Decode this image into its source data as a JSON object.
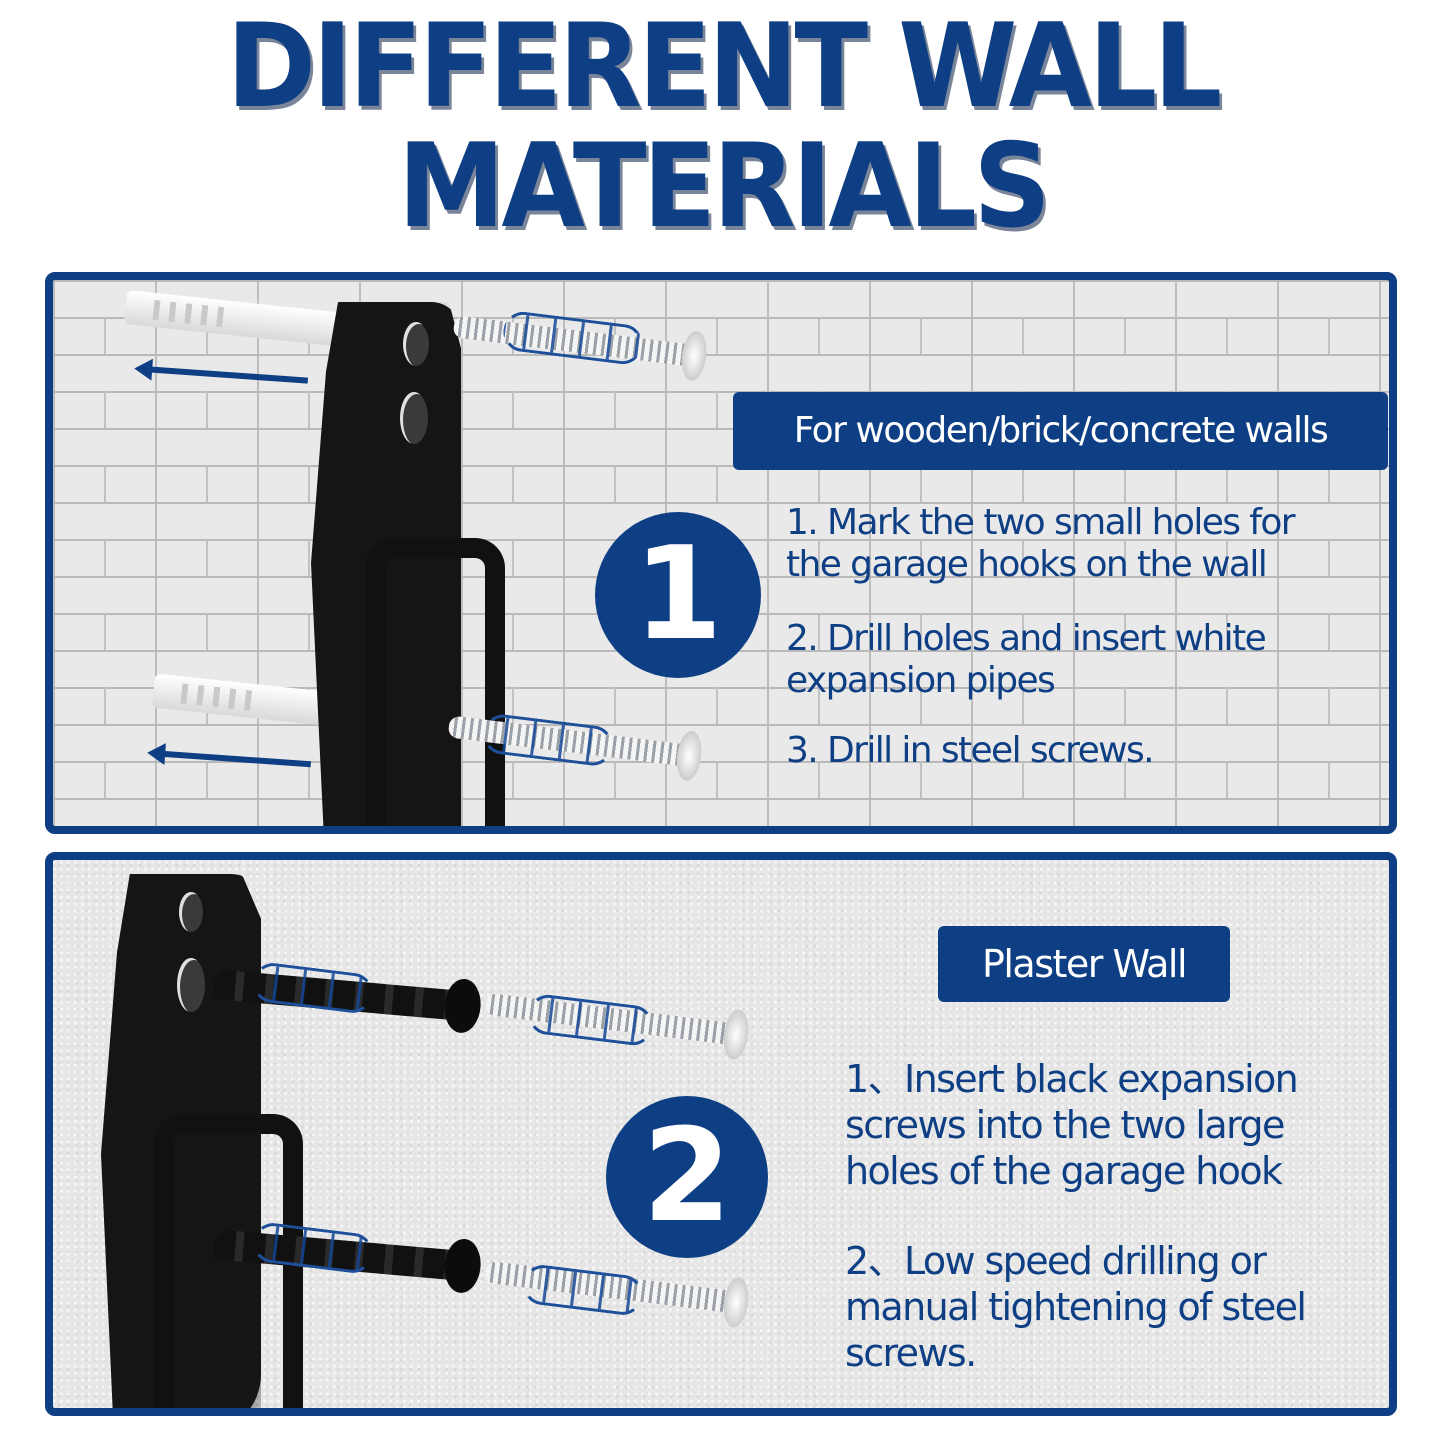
{
  "title": {
    "line1": "DIFFERENT WALL",
    "line2": "MATERIALS"
  },
  "colors": {
    "brand_blue": "#0e3f84",
    "white": "#ffffff",
    "brick_wall": "#e9e9e9",
    "plaster_wall": "#e6e6e6",
    "hook_black": "#151515"
  },
  "panels": [
    {
      "id": "brick",
      "step_number": "1",
      "label": "For wooden/brick/concrete walls",
      "steps": [
        "1.  Mark the two small holes for\nthe garage hooks on the wall",
        " 2. Drill holes and insert white\n expansion pipes",
        "3.  Drill in steel screws."
      ],
      "illustration": {
        "hook": "black-garage-hook",
        "fasteners": [
          "white-expansion-anchor",
          "white-expansion-anchor",
          "steel-screw",
          "steel-screw"
        ],
        "icons": [
          "insert-arrow-icon",
          "insert-arrow-icon",
          "rotation-spiral-icon",
          "rotation-spiral-icon"
        ]
      }
    },
    {
      "id": "plaster",
      "step_number": "2",
      "label": "Plaster Wall",
      "steps": [
        "1、Insert black expansion\nscrews into the two large\nholes of the garage hook",
        "2、Low speed drilling or\nmanual tightening of steel\nscrews."
      ],
      "illustration": {
        "hook": "black-garage-hook",
        "fasteners": [
          "black-drywall-anchor",
          "black-drywall-anchor",
          "steel-screw",
          "steel-screw"
        ],
        "icons": [
          "rotation-spiral-icon",
          "rotation-spiral-icon",
          "rotation-spiral-icon",
          "rotation-spiral-icon"
        ]
      }
    }
  ]
}
